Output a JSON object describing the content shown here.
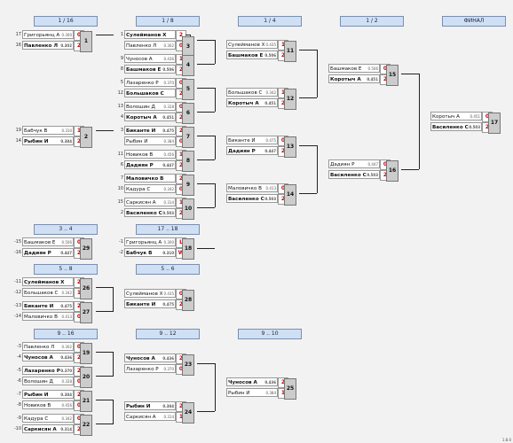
{
  "headers": {
    "r16": "1 / 16",
    "r8": "1 / 8",
    "r4": "1 / 4",
    "r2": "1 / 2",
    "final": "ФИНАЛ",
    "p3": "3 .. 4",
    "p17": "17 .. 18",
    "p5": "5 .. 8",
    "p56": "5 .. 6",
    "p9": "9 .. 16",
    "p912": "9 .. 12",
    "p910": "9 .. 10"
  },
  "footer": "1.8.0",
  "players": [
    {
      "seed": "17",
      "name": "Григорьянц А",
      "rating": "0.300",
      "score": "0",
      "win": false
    },
    {
      "seed": "16",
      "name": "Павленко Л",
      "rating": "0.302",
      "score": "2",
      "win": true
    },
    {
      "seed": "1",
      "name": "Сулейманов Х",
      "rating": "0.435",
      "score": "2",
      "win": true
    },
    {
      "seed": "",
      "name": "Павленко Л",
      "rating": "0.302",
      "score": "0",
      "win": false
    },
    {
      "seed": "9",
      "name": "Чуносов А",
      "rating": "0.436",
      "score": "1",
      "win": false
    },
    {
      "seed": "8",
      "name": "Башмаков Е",
      "rating": "0.506",
      "score": "2",
      "win": true
    },
    {
      "seed": "5",
      "name": "Лазаренко Р",
      "rating": "0.370",
      "score": "0",
      "win": false
    },
    {
      "seed": "12",
      "name": "Большаков С",
      "rating": "0.342",
      "score": "2",
      "win": true
    },
    {
      "seed": "13",
      "name": "Волошин Д",
      "rating": "0.328",
      "score": "0",
      "win": false
    },
    {
      "seed": "4",
      "name": "Коротыч А",
      "rating": "0.451",
      "score": "2",
      "win": true
    },
    {
      "seed": "19",
      "name": "Бабчук В",
      "rating": "0.310",
      "score": "1",
      "win": false
    },
    {
      "seed": "14",
      "name": "Рыбин И",
      "rating": "0.384",
      "score": "2",
      "win": true
    },
    {
      "seed": "3",
      "name": "Биканте И",
      "rating": "0.475",
      "score": "2",
      "win": true
    },
    {
      "seed": "",
      "name": "Рыбин И",
      "rating": "0.384",
      "score": "0",
      "win": false
    },
    {
      "seed": "11",
      "name": "Новиков В",
      "rating": "0.456",
      "score": "1",
      "win": false
    },
    {
      "seed": "6",
      "name": "Дадиян Р",
      "rating": "0.447",
      "score": "2",
      "win": true
    },
    {
      "seed": "7",
      "name": "Маловичко В",
      "rating": "0.413",
      "score": "2",
      "win": true
    },
    {
      "seed": "10",
      "name": "Кадура С",
      "rating": "0.342",
      "score": "0",
      "win": false
    },
    {
      "seed": "15",
      "name": "Саркисян А",
      "rating": "0.314",
      "score": "1",
      "win": false
    },
    {
      "seed": "2",
      "name": "Василенко С",
      "rating": "0.503",
      "score": "2",
      "win": true
    },
    {
      "seed": "",
      "name": "Сулейманов Х",
      "rating": "0.435",
      "score": "1",
      "win": false
    },
    {
      "seed": "",
      "name": "Башмаков Е",
      "rating": "0.506",
      "score": "2",
      "win": true
    },
    {
      "seed": "",
      "name": "Большаков С",
      "rating": "0.342",
      "score": "1",
      "win": false
    },
    {
      "seed": "",
      "name": "Коротыч А",
      "rating": "0.451",
      "score": "2",
      "win": true
    },
    {
      "seed": "",
      "name": "Биканте И",
      "rating": "0.475",
      "score": "0",
      "win": false
    },
    {
      "seed": "",
      "name": "Дадиян Р",
      "rating": "0.447",
      "score": "2",
      "win": true
    },
    {
      "seed": "",
      "name": "Маловичко В",
      "rating": "0.413",
      "score": "0",
      "win": false
    },
    {
      "seed": "",
      "name": "Василенко С",
      "rating": "0.503",
      "score": "2",
      "win": true
    },
    {
      "seed": "",
      "name": "Башмаков Е",
      "rating": "0.506",
      "score": "0",
      "win": false
    },
    {
      "seed": "",
      "name": "Коротыч А",
      "rating": "0.451",
      "score": "2",
      "win": true
    },
    {
      "seed": "",
      "name": "Дадиян Р",
      "rating": "0.447",
      "score": "0",
      "win": false
    },
    {
      "seed": "",
      "name": "Василенко С",
      "rating": "0.503",
      "score": "2",
      "win": true
    },
    {
      "seed": "",
      "name": "Коротыч А",
      "rating": "0.451",
      "score": "0",
      "win": false
    },
    {
      "seed": "",
      "name": "Василенко С",
      "rating": "0.503",
      "score": "2",
      "win": true
    },
    {
      "seed": "-15",
      "name": "Башмаков Е",
      "rating": "0.506",
      "score": "0",
      "win": false
    },
    {
      "seed": "-16",
      "name": "Дадиян Р",
      "rating": "0.447",
      "score": "2",
      "win": true
    },
    {
      "seed": "-1",
      "name": "Григорьянц А",
      "rating": "0.300",
      "score": "L",
      "win": false
    },
    {
      "seed": "-2",
      "name": "Бабчук В",
      "rating": "0.310",
      "score": "W",
      "win": true
    },
    {
      "seed": "-11",
      "name": "Сулейманов Х",
      "rating": "0.435",
      "score": "2",
      "win": true
    },
    {
      "seed": "-12",
      "name": "Большаков С",
      "rating": "0.342",
      "score": "1",
      "win": false
    },
    {
      "seed": "-13",
      "name": "Биканте И",
      "rating": "0.475",
      "score": "2",
      "win": true
    },
    {
      "seed": "-14",
      "name": "Маловичко В",
      "rating": "0.413",
      "score": "0",
      "win": false
    },
    {
      "seed": "",
      "name": "Сулейманов Х",
      "rating": "0.435",
      "score": "0",
      "win": false
    },
    {
      "seed": "",
      "name": "Биканте И",
      "rating": "0.475",
      "score": "2",
      "win": true
    },
    {
      "seed": "-3",
      "name": "Павленко Л",
      "rating": "0.302",
      "score": "0",
      "win": false
    },
    {
      "seed": "-4",
      "name": "Чуносов А",
      "rating": "0.436",
      "score": "2",
      "win": true
    },
    {
      "seed": "-5",
      "name": "Лазаренко Р",
      "rating": "0.370",
      "score": "2",
      "win": true
    },
    {
      "seed": "-6",
      "name": "Волошин Д",
      "rating": "0.328",
      "score": "0",
      "win": false
    },
    {
      "seed": "-7",
      "name": "Рыбин И",
      "rating": "0.384",
      "score": "2",
      "win": true
    },
    {
      "seed": "-8",
      "name": "Новиков В",
      "rating": "0.456",
      "score": "0",
      "win": false
    },
    {
      "seed": "-9",
      "name": "Кадура С",
      "rating": "0.342",
      "score": "0",
      "win": false
    },
    {
      "seed": "-10",
      "name": "Саркисян А",
      "rating": "0.314",
      "score": "2",
      "win": true
    },
    {
      "seed": "",
      "name": "Чуносов А",
      "rating": "0.436",
      "score": "2",
      "win": true
    },
    {
      "seed": "",
      "name": "Лазаренко Р",
      "rating": "0.370",
      "score": "0",
      "win": false
    },
    {
      "seed": "",
      "name": "Рыбин И",
      "rating": "0.384",
      "score": "2",
      "win": true
    },
    {
      "seed": "",
      "name": "Саркисян А",
      "rating": "0.314",
      "score": "1",
      "win": false
    },
    {
      "seed": "",
      "name": "Чуносов А",
      "rating": "0.436",
      "score": "2",
      "win": true
    },
    {
      "seed": "",
      "name": "Рыбин И",
      "rating": "0.384",
      "score": "1",
      "win": false
    }
  ],
  "match_numbers": [
    "1",
    "2",
    "3",
    "4",
    "5",
    "6",
    "7",
    "8",
    "9",
    "10",
    "11",
    "12",
    "13",
    "14",
    "15",
    "16",
    "17",
    "18",
    "19",
    "20",
    "21",
    "22",
    "23",
    "24",
    "25",
    "26",
    "27",
    "28",
    "29"
  ]
}
